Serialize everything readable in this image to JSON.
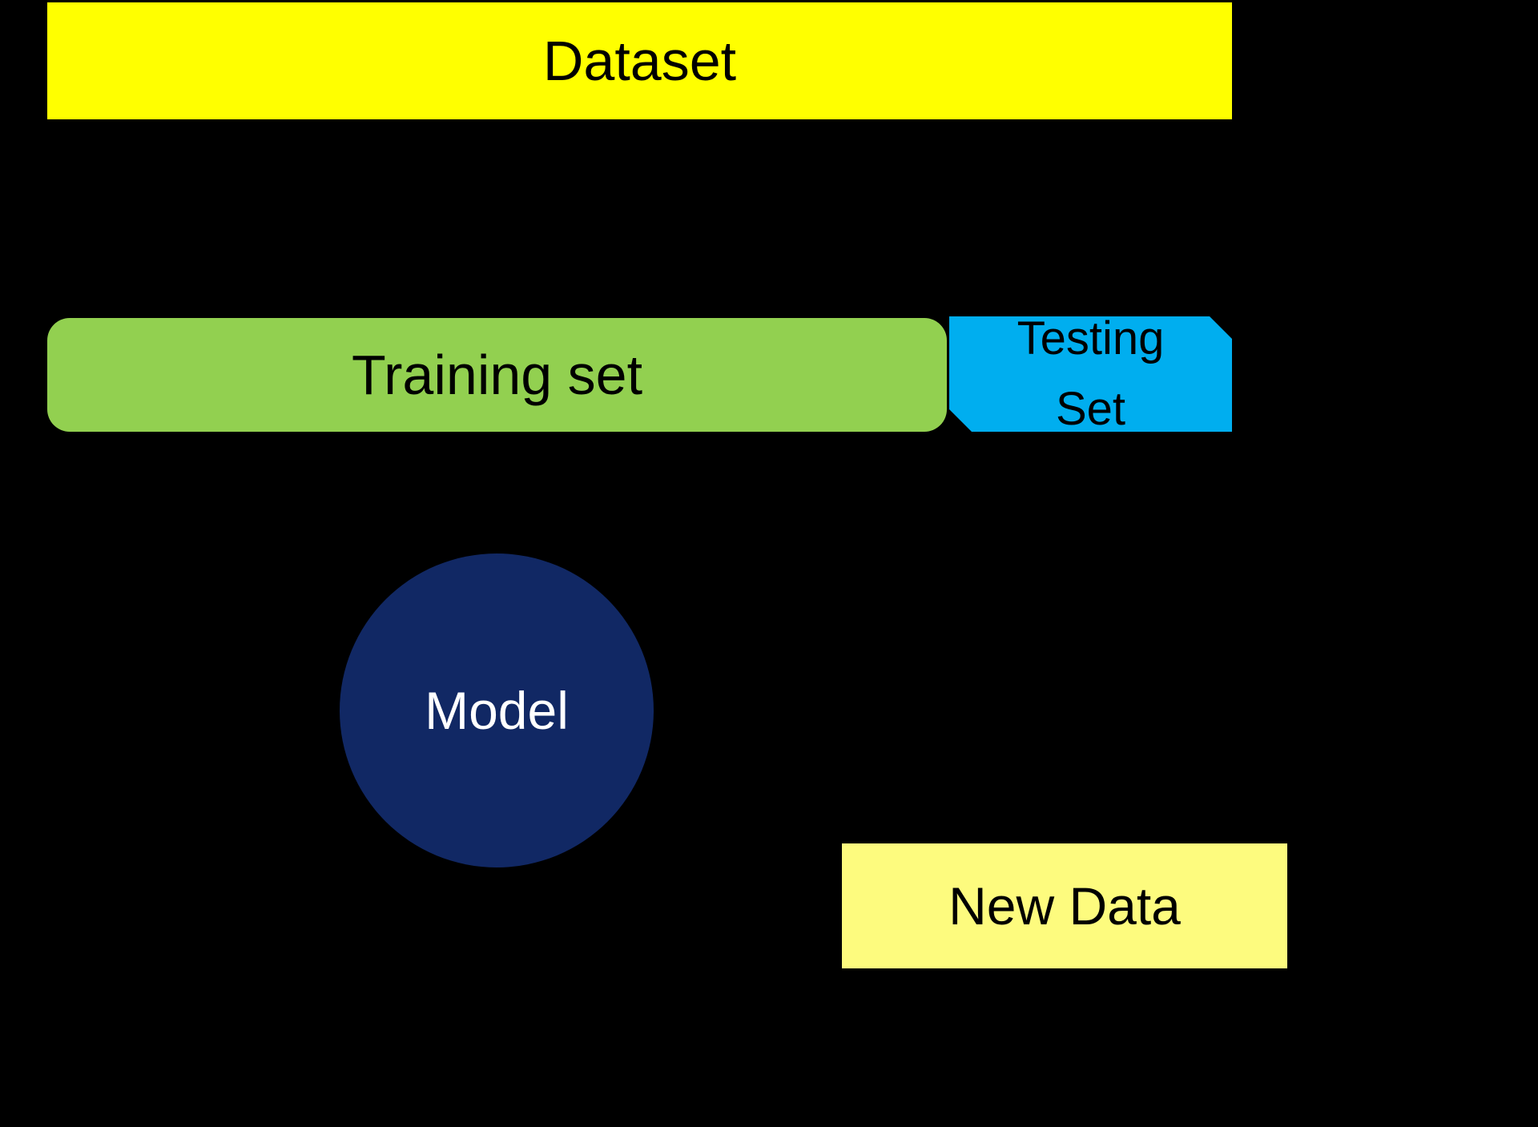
{
  "diagram": {
    "type": "train-test-split-flow",
    "background": "#000000",
    "nodes": {
      "dataset": {
        "label": "Dataset",
        "shape": "rectangle",
        "fill": "#ffff00",
        "text_color": "#000000"
      },
      "training_set": {
        "label": "Training set",
        "shape": "rounded-rectangle",
        "fill": "#92d050",
        "text_color": "#000000"
      },
      "testing_set": {
        "lines": [
          "Testing",
          "Set"
        ],
        "shape": "beveled-rectangle",
        "fill": "#00aeef",
        "text_color": "#000000"
      },
      "model": {
        "label": "Model",
        "shape": "circle",
        "fill": "#112864",
        "text_color": "#ffffff"
      },
      "new_data": {
        "label": "New Data",
        "shape": "rectangle",
        "fill": "#fdfb7e",
        "text_color": "#000000"
      }
    }
  }
}
